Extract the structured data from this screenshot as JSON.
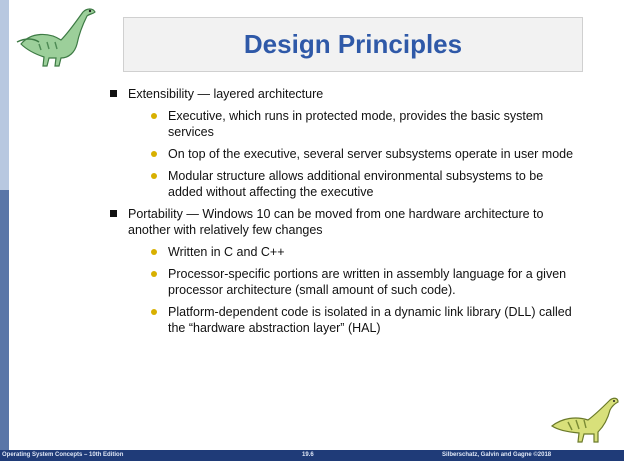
{
  "slide": {
    "title": "Design Principles",
    "bullets": [
      {
        "text": "Extensibility — layered architecture",
        "subs": [
          "Executive, which runs in protected mode, provides the basic system services",
          "On top of the executive, several server subsystems operate in user mode",
          "Modular structure allows additional environmental subsystems to be added without affecting the executive"
        ]
      },
      {
        "text": "Portability  — Windows 10 can be moved from one hardware architecture to another with relatively few changes",
        "subs": [
          "Written in C and C++",
          "Processor-specific portions are written in assembly language for a given processor architecture (small amount of such code).",
          "Platform-dependent code is isolated in a dynamic link library (DLL) called the “hardware abstraction layer” (HAL)"
        ]
      }
    ]
  },
  "footer": {
    "left": "Operating System Concepts – 10th Edition",
    "center": "19.6",
    "right": "Silberschatz, Galvin and Gagne ©2018"
  },
  "colors": {
    "title": "#2f59a8",
    "bullet_dot": "#d8b000",
    "footer_bar": "#1f3b78"
  },
  "icons": [
    "dinosaur-logo-icon",
    "dinosaur-footer-icon"
  ]
}
